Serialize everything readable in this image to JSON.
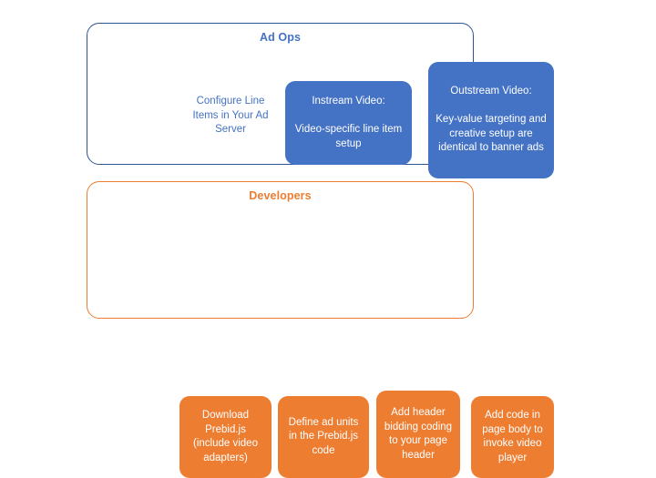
{
  "diagram": {
    "groups": [
      {
        "id": "ad-ops",
        "title": "Ad Ops",
        "accent_color": "#4472C4",
        "border_color": "#2E5496",
        "text_block": {
          "line1": "Configure Line",
          "line2": "Items in Your Ad",
          "line3": "Server",
          "color": "#4472C4"
        },
        "cards": [
          {
            "id": "instream-video",
            "heading": "Instream Video:",
            "body": "Video-specific line item setup",
            "fill": "#4472C4",
            "text_color": "#FFFFFF"
          },
          {
            "id": "outstream-video",
            "heading": "Outstream Video:",
            "body": "Key-value targeting and creative setup are identical to banner ads",
            "fill": "#4472C4",
            "text_color": "#FFFFFF"
          }
        ]
      },
      {
        "id": "developers",
        "title": "Developers",
        "accent_color": "#ED7D31",
        "border_color": "#ED7D31",
        "cards": [
          {
            "id": "download-prebid",
            "body": "Download Prebid.js (include video adapters)",
            "fill": "#ED7D31",
            "text_color": "#FFFFFF"
          },
          {
            "id": "define-ad-units",
            "body": "Define ad units in the Prebid.js code",
            "fill": "#ED7D31",
            "text_color": "#FFFFFF"
          },
          {
            "id": "add-header-bidding",
            "body": "Add header bidding coding to your page header",
            "fill": "#ED7D31",
            "text_color": "#FFFFFF"
          },
          {
            "id": "add-page-body-code",
            "body": "Add code in page body to invoke video player",
            "fill": "#ED7D31",
            "text_color": "#FFFFFF"
          }
        ]
      }
    ]
  }
}
